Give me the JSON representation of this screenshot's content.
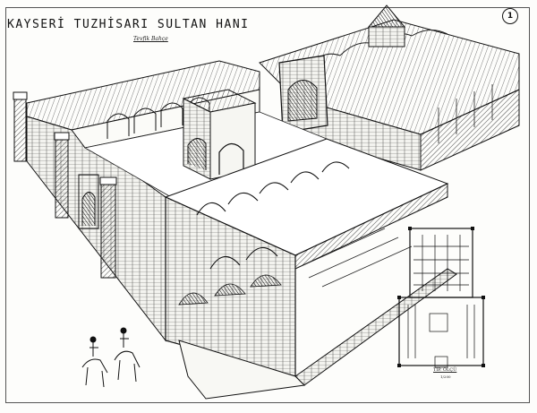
{
  "diagram": {
    "title": "KAYSERİ TUZHİSARI SULTAN HANI",
    "author": "Tevfik Bahçe",
    "sheet_number": "1",
    "scale_label": "TIP. ÖLÇÜ",
    "scale_sub": "1/200"
  }
}
